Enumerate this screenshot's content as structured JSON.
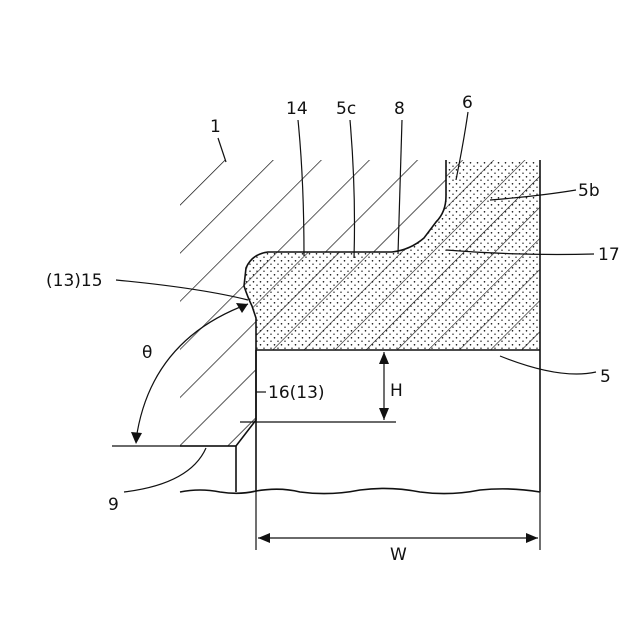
{
  "labels": {
    "part_1": "1",
    "part_14": "14",
    "part_5c": "5c",
    "part_8": "8",
    "part_6": "6",
    "part_5b": "5b",
    "part_17": "17",
    "part_13_15": "(13)15",
    "theta": "θ",
    "part_16_13": "16(13)",
    "dim_h": "H",
    "part_5": "5",
    "part_9": "9",
    "dim_w": "W"
  },
  "colors": {
    "ink": "#111111",
    "background": "#ffffff"
  }
}
